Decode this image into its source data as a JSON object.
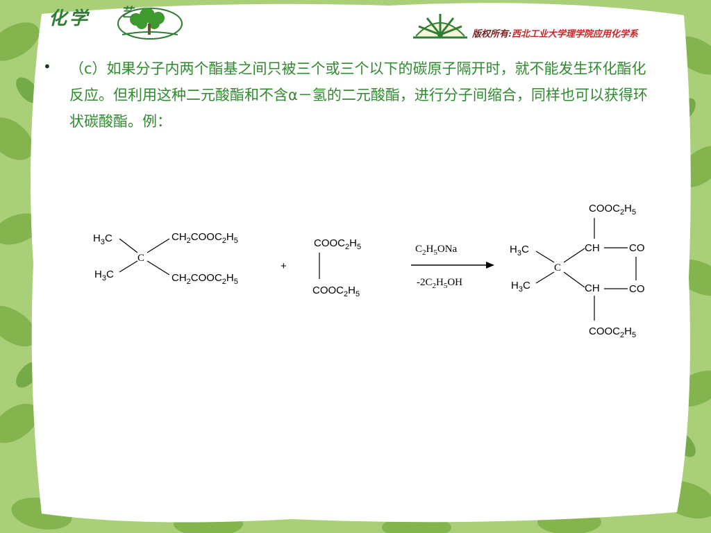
{
  "header": {
    "logo_text": "化学",
    "copyright_prefix": "版权所有:",
    "copyright_org": "西北工业大学理学院应用化学系"
  },
  "content": {
    "bullet": "•",
    "paragraph": "（c）如果分子内两个酯基之间只被三个或三个以下的碳原子隔开时，就不能发生环化酯化反应。但利用这种二元酸酯和不含α－氢的二元酸酯，进行分子间缩合，同样也可以获得环状碳酸酯。例："
  },
  "scheme": {
    "reactant1": {
      "methyl_top": "H3C",
      "methyl_bottom": "H3C",
      "center": "C",
      "arm_top": "CH2COOC2H5",
      "arm_bottom": "CH2COOC2H5"
    },
    "plus": "+",
    "reactant2": {
      "top": "COOC2H5",
      "bottom": "COOC2H5"
    },
    "reagent_above": "C2H5ONa",
    "reagent_below": "-2C2H5OH",
    "product": {
      "ester_top": "COOC2H5",
      "ester_bottom": "COOC2H5",
      "ch_top": "CH",
      "ch_bottom": "CH",
      "co_top": "CO",
      "co_bottom": "CO",
      "methyl_top": "H3C",
      "methyl_bottom": "H3C",
      "center": "C"
    }
  },
  "colors": {
    "text_green": "#2e8b2e",
    "leaf_green": "#8fbf5a"
  }
}
